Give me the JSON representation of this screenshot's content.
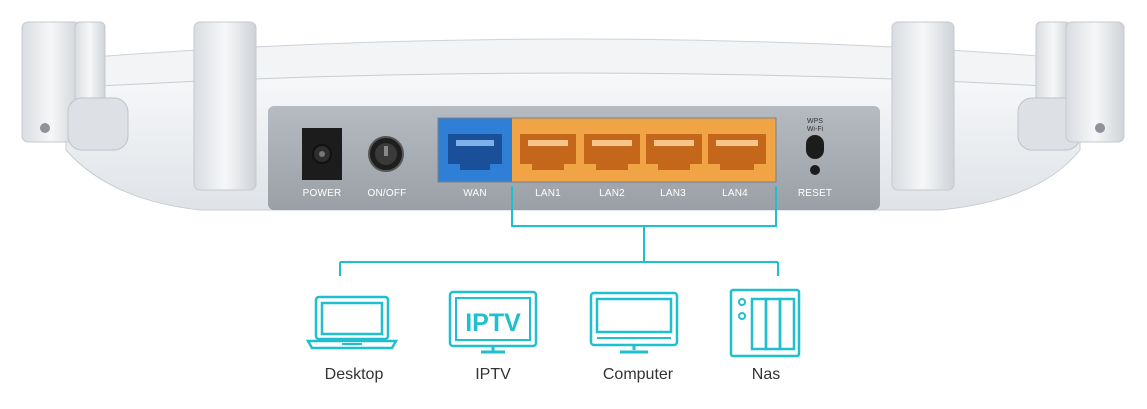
{
  "router": {
    "ports": {
      "power": "POWER",
      "onoff": "ON/OFF",
      "wan": "WAN",
      "lan1": "LAN1",
      "lan2": "LAN2",
      "lan3": "LAN3",
      "lan4": "LAN4",
      "reset": "RESET"
    },
    "wps_line1": "WPS",
    "wps_line2": "Wi-Fi"
  },
  "devices": {
    "iptv_screen_text": "IPTV",
    "labels": [
      "Desktop",
      "IPTV",
      "Computer",
      "Nas"
    ]
  },
  "colors": {
    "accent": "#1fbfcf",
    "wan": "#2f7fd6",
    "lan": "#f0a446",
    "body": "#ebeef1",
    "panel": "#a7adb3"
  },
  "icons": [
    "laptop-icon",
    "iptv-monitor-icon",
    "computer-monitor-icon",
    "nas-icon"
  ]
}
